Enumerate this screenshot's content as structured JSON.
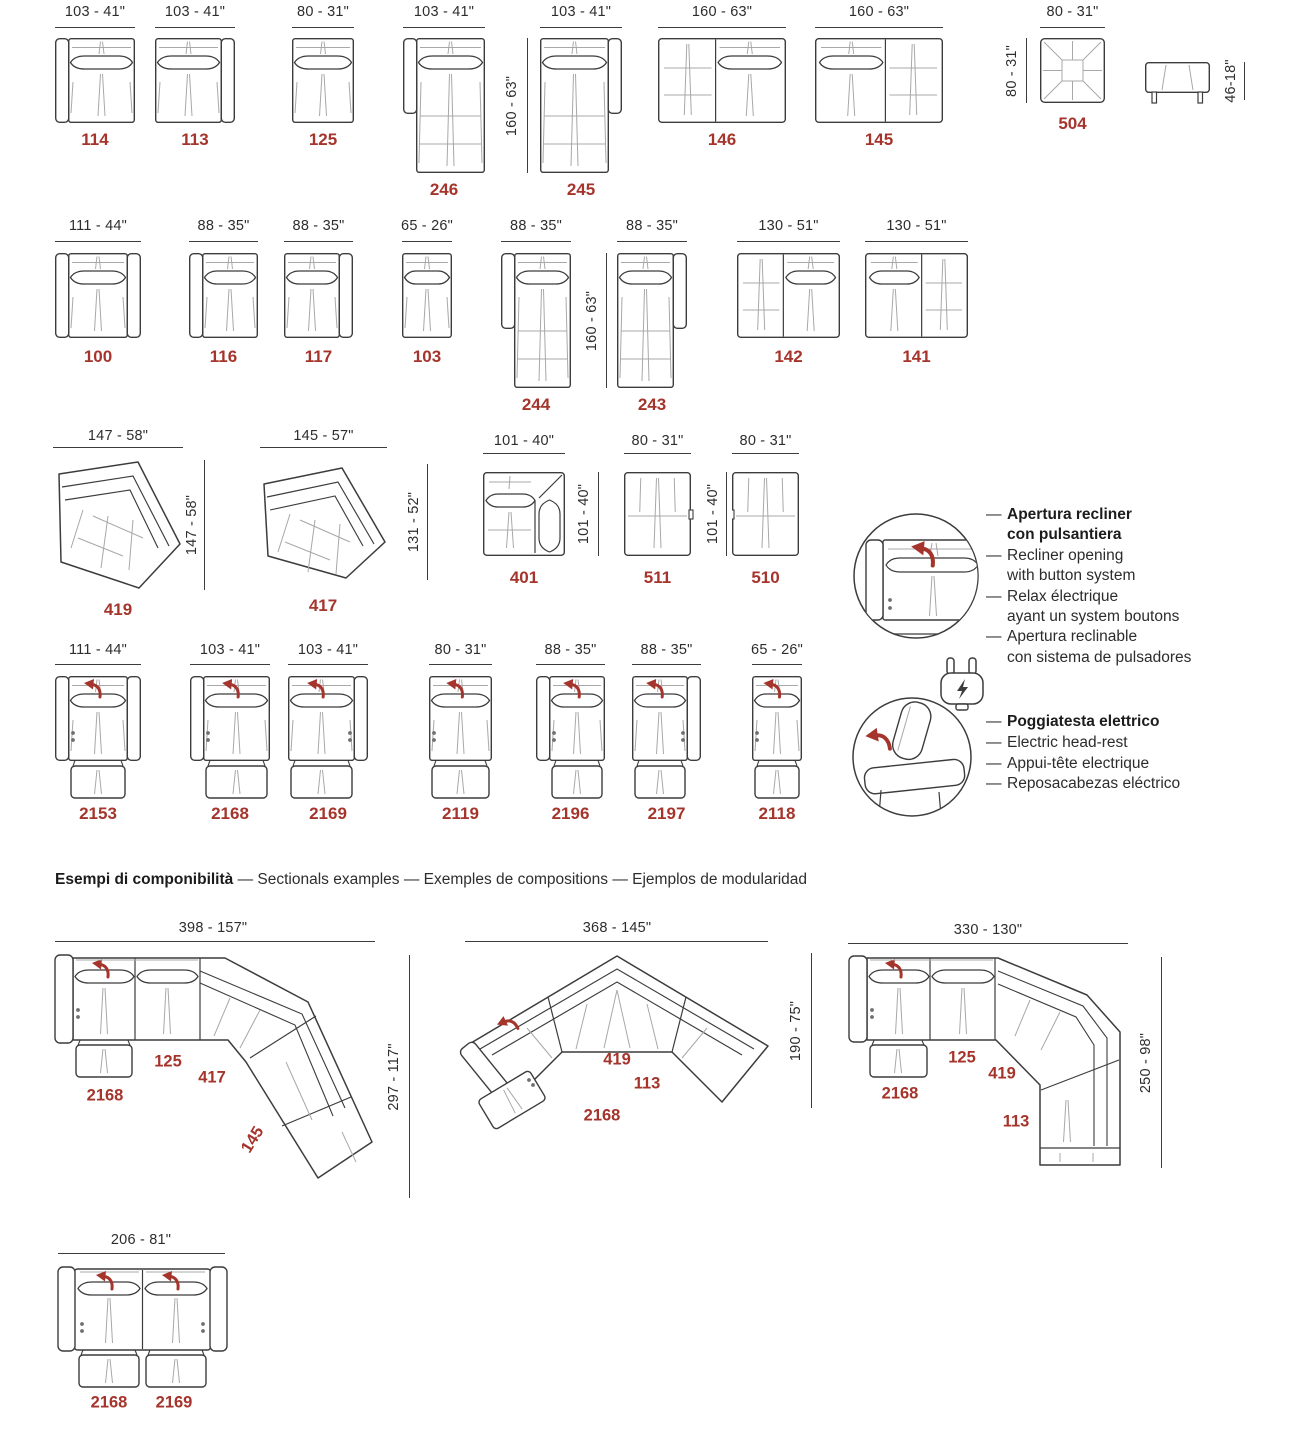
{
  "palette": {
    "ink": "#3c3c3c",
    "seam": "#a8a8a8",
    "red": "#a5352c"
  },
  "rows": [
    {
      "modules": [
        {
          "code": "114",
          "width_dim": "103 - 41\""
        },
        {
          "code": "113",
          "width_dim": "103 - 41\""
        },
        {
          "code": "125",
          "width_dim": "80 - 31\""
        },
        {
          "code": "246",
          "width_dim": "103 - 41\""
        },
        {
          "code": "245",
          "width_dim": "103 - 41\"",
          "height_dim": "160 - 63\""
        },
        {
          "code": "146",
          "width_dim": "160 - 63\""
        },
        {
          "code": "145",
          "width_dim": "160 - 63\""
        },
        {
          "code": "504",
          "width_dim": "80 - 31\"",
          "height_dim": "80 - 31\""
        },
        {
          "code": "",
          "width_dim": "",
          "height_dim": "46-18\""
        }
      ]
    },
    {
      "modules": [
        {
          "code": "100",
          "width_dim": "111 - 44\""
        },
        {
          "code": "116",
          "width_dim": "88 - 35\""
        },
        {
          "code": "117",
          "width_dim": "88 - 35\""
        },
        {
          "code": "103",
          "width_dim": "65 - 26\""
        },
        {
          "code": "244",
          "width_dim": "88 - 35\""
        },
        {
          "code": "243",
          "width_dim": "88 - 35\"",
          "height_dim": "160 - 63\""
        },
        {
          "code": "142",
          "width_dim": "130 - 51\""
        },
        {
          "code": "141",
          "width_dim": "130 - 51\""
        }
      ]
    },
    {
      "modules": [
        {
          "code": "419",
          "width_dim": "147 - 58\"",
          "height_dim": "147 - 58\""
        },
        {
          "code": "417",
          "width_dim": "145 - 57\"",
          "height_dim": "131 - 52\""
        },
        {
          "code": "401",
          "width_dim": "101 - 40\"",
          "height_dim": "101 - 40\""
        },
        {
          "code": "511",
          "width_dim": "80 - 31\""
        },
        {
          "code": "510",
          "width_dim": "80 - 31\"",
          "height_dim": "101 - 40\""
        }
      ]
    },
    {
      "modules": [
        {
          "code": "2153",
          "width_dim": "111 - 44\""
        },
        {
          "code": "2168",
          "width_dim": "103 - 41\""
        },
        {
          "code": "2169",
          "width_dim": "103 - 41\""
        },
        {
          "code": "2119",
          "width_dim": "80 - 31\""
        },
        {
          "code": "2196",
          "width_dim": "88 - 35\""
        },
        {
          "code": "2197",
          "width_dim": "88 - 35\""
        },
        {
          "code": "2118",
          "width_dim": "65 - 26\""
        }
      ]
    }
  ],
  "legend_recliner": {
    "items": [
      {
        "bold": true,
        "lines": [
          "Apertura recliner",
          "con pulsantiera"
        ]
      },
      {
        "bold": false,
        "lines": [
          "Recliner opening",
          "with button system"
        ]
      },
      {
        "bold": false,
        "lines": [
          "Relax électrique",
          "ayant un system boutons"
        ]
      },
      {
        "bold": false,
        "lines": [
          "Apertura reclinable",
          "con sistema de pulsadores"
        ]
      }
    ]
  },
  "legend_headrest": {
    "items": [
      {
        "bold": true,
        "lines": [
          "Poggiatesta elettrico"
        ]
      },
      {
        "bold": false,
        "lines": [
          "Electric head-rest"
        ]
      },
      {
        "bold": false,
        "lines": [
          "Appui-tête electrique"
        ]
      },
      {
        "bold": false,
        "lines": [
          "Reposacabezas eléctrico"
        ]
      }
    ]
  },
  "sectionals_heading": {
    "bold": "Esempi di componibilità",
    "rest": " — Sectionals examples — Exemples de compositions — Ejemplos de modularidad"
  },
  "compositions": [
    {
      "width_dim": "398 - 157\"",
      "height_dim": "297 - 117\"",
      "module_labels": [
        "125",
        "417",
        "2168",
        "145"
      ]
    },
    {
      "width_dim": "368 - 145\"",
      "height_dim": "190 - 75\"",
      "module_labels": [
        "419",
        "113",
        "2168"
      ]
    },
    {
      "width_dim": "330 - 130\"",
      "height_dim": "250 - 98\"",
      "module_labels": [
        "2168",
        "125",
        "419",
        "113"
      ]
    },
    {
      "width_dim": "206 - 81\"",
      "module_labels": [
        "2168",
        "2169"
      ]
    }
  ]
}
